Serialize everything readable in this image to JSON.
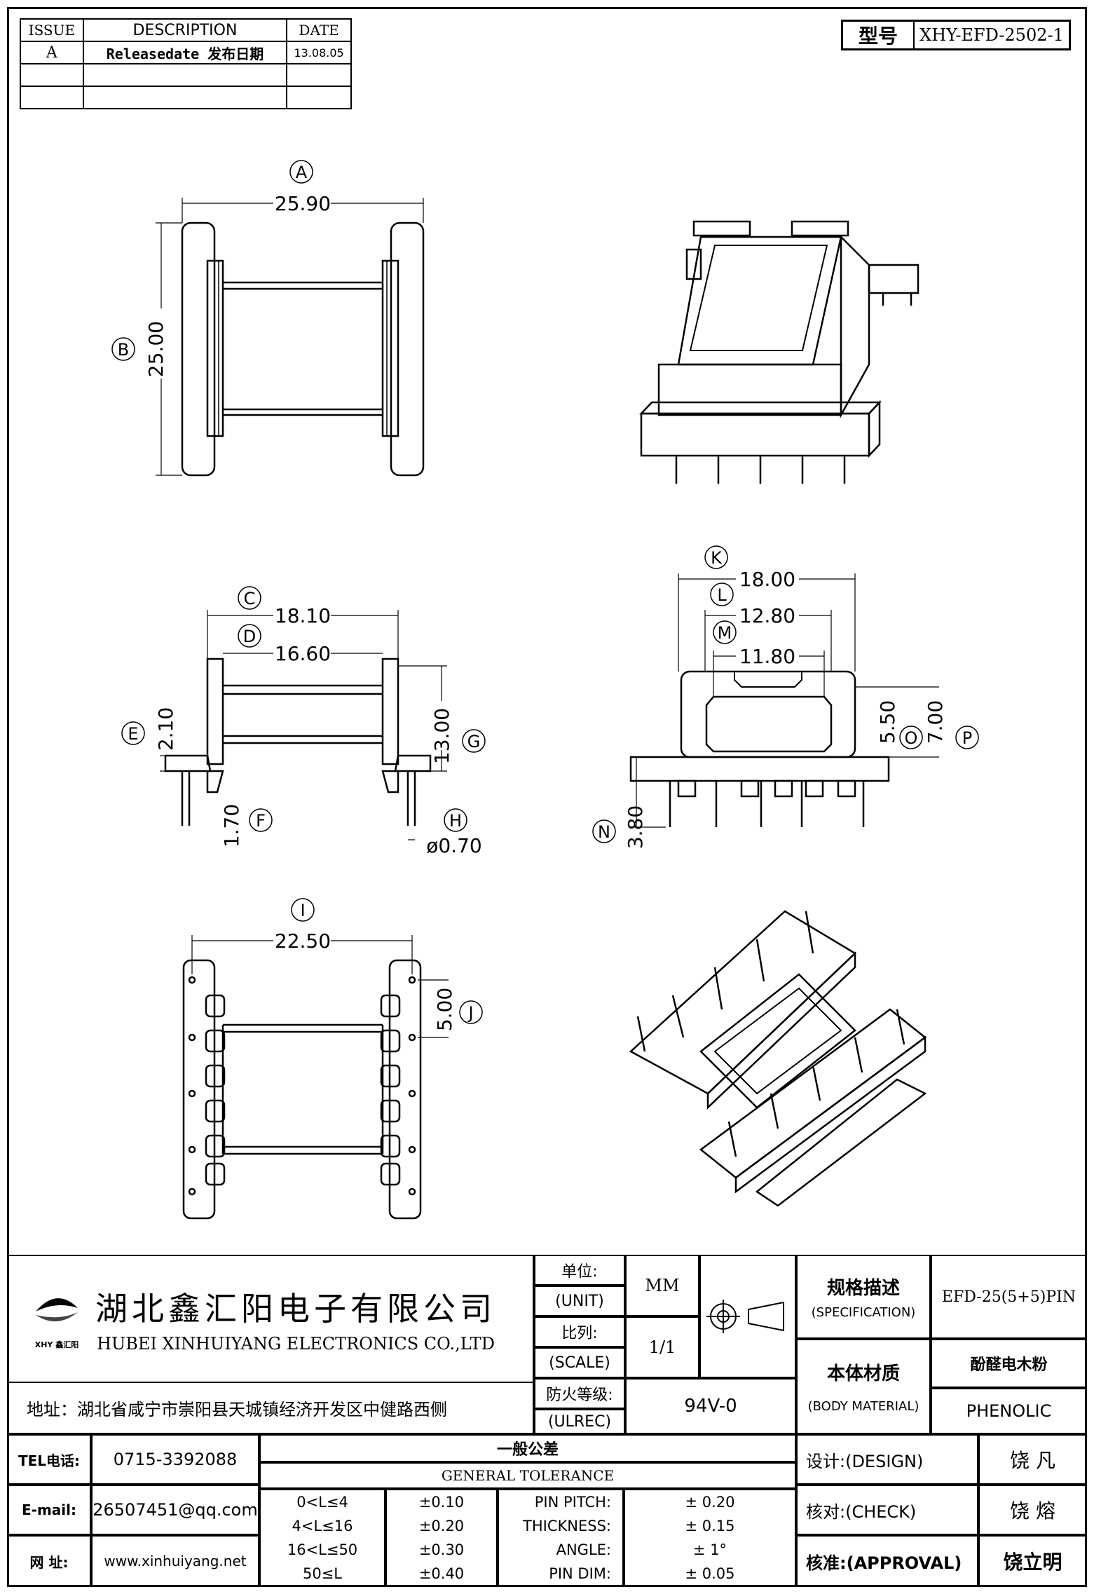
{
  "revision_table": {
    "headers": [
      "ISSUE",
      "DESCRIPTION",
      "DATE"
    ],
    "rows": [
      {
        "issue": "A",
        "description": "Releasedate 发布日期",
        "date": "13.08.05"
      },
      {
        "issue": "",
        "description": "",
        "date": ""
      },
      {
        "issue": "",
        "description": "",
        "date": ""
      }
    ]
  },
  "model": {
    "label": "型号",
    "value": "XHY-EFD-2502-1"
  },
  "dimensions": {
    "A": "25.90",
    "B": "25.00",
    "C": "18.10",
    "D": "16.60",
    "E": "2.10",
    "F": "1.70",
    "G": "13.00",
    "H": "ø0.70",
    "I": "22.50",
    "J": "5.00",
    "K": "18.00",
    "L": "12.80",
    "M": "11.80",
    "N": "3.80",
    "O": "5.50",
    "P": "7.00"
  },
  "title_block": {
    "company_cn": "湖北鑫汇阳电子有限公司",
    "company_en": "HUBEI XINHUIYANG ELECTRONICS CO.,LTD",
    "logo_text": "XHY 鑫汇阳",
    "address": "地址：湖北省咸宁市崇阳县天城镇经济开发区中健路西侧",
    "unit_label_cn": "单位:",
    "unit_label_en": "(UNIT)",
    "unit_value": "MM",
    "scale_label_cn": "比列:",
    "scale_label_en": "(SCALE)",
    "scale_value": "1/1",
    "ulrec_label_cn": "防火等级:",
    "ulrec_label_en": "(ULREC)",
    "ulrec_value": "94V-0",
    "spec_label_cn": "规格描述",
    "spec_label_en": "(SPECIFICATION)",
    "spec_value": "EFD-25(5+5)PIN",
    "material_label_cn": "本体材质",
    "material_label_en": "(BODY MATERIAL)",
    "material_value_cn": "酚醛电木粉",
    "material_value_en": "PHENOLIC",
    "tel_label": "TEL电话:",
    "tel_value": "0715-3392088",
    "email_label": "E-mail:",
    "email_value": "26507451@qq.com",
    "web_label": "网  址:",
    "web_value": "www.xinhuiyang.net",
    "tolerance_cn": "一般公差",
    "tolerance_en": "GENERAL TOLERANCE",
    "tolerances": [
      {
        "range": "0<L≤4",
        "value": "±0.10",
        "name": "PIN PITCH:",
        "tol": "±  0.20"
      },
      {
        "range": "4<L≤16",
        "value": "±0.20",
        "name": "THICKNESS:",
        "tol": "±  0.15"
      },
      {
        "range": "16<L≤50",
        "value": "±0.30",
        "name": "ANGLE:",
        "tol": "±  1°"
      },
      {
        "range": "50≤L",
        "value": "±0.40",
        "name": "PIN DIM:",
        "tol": "±  0.05"
      }
    ],
    "design_label": "设计:(DESIGN)",
    "design_value": "饶  凡",
    "check_label": "核对:(CHECK)",
    "check_value": "饶  熔",
    "approval_label": "核准:(APPROVAL)",
    "approval_value": "饶立明"
  }
}
